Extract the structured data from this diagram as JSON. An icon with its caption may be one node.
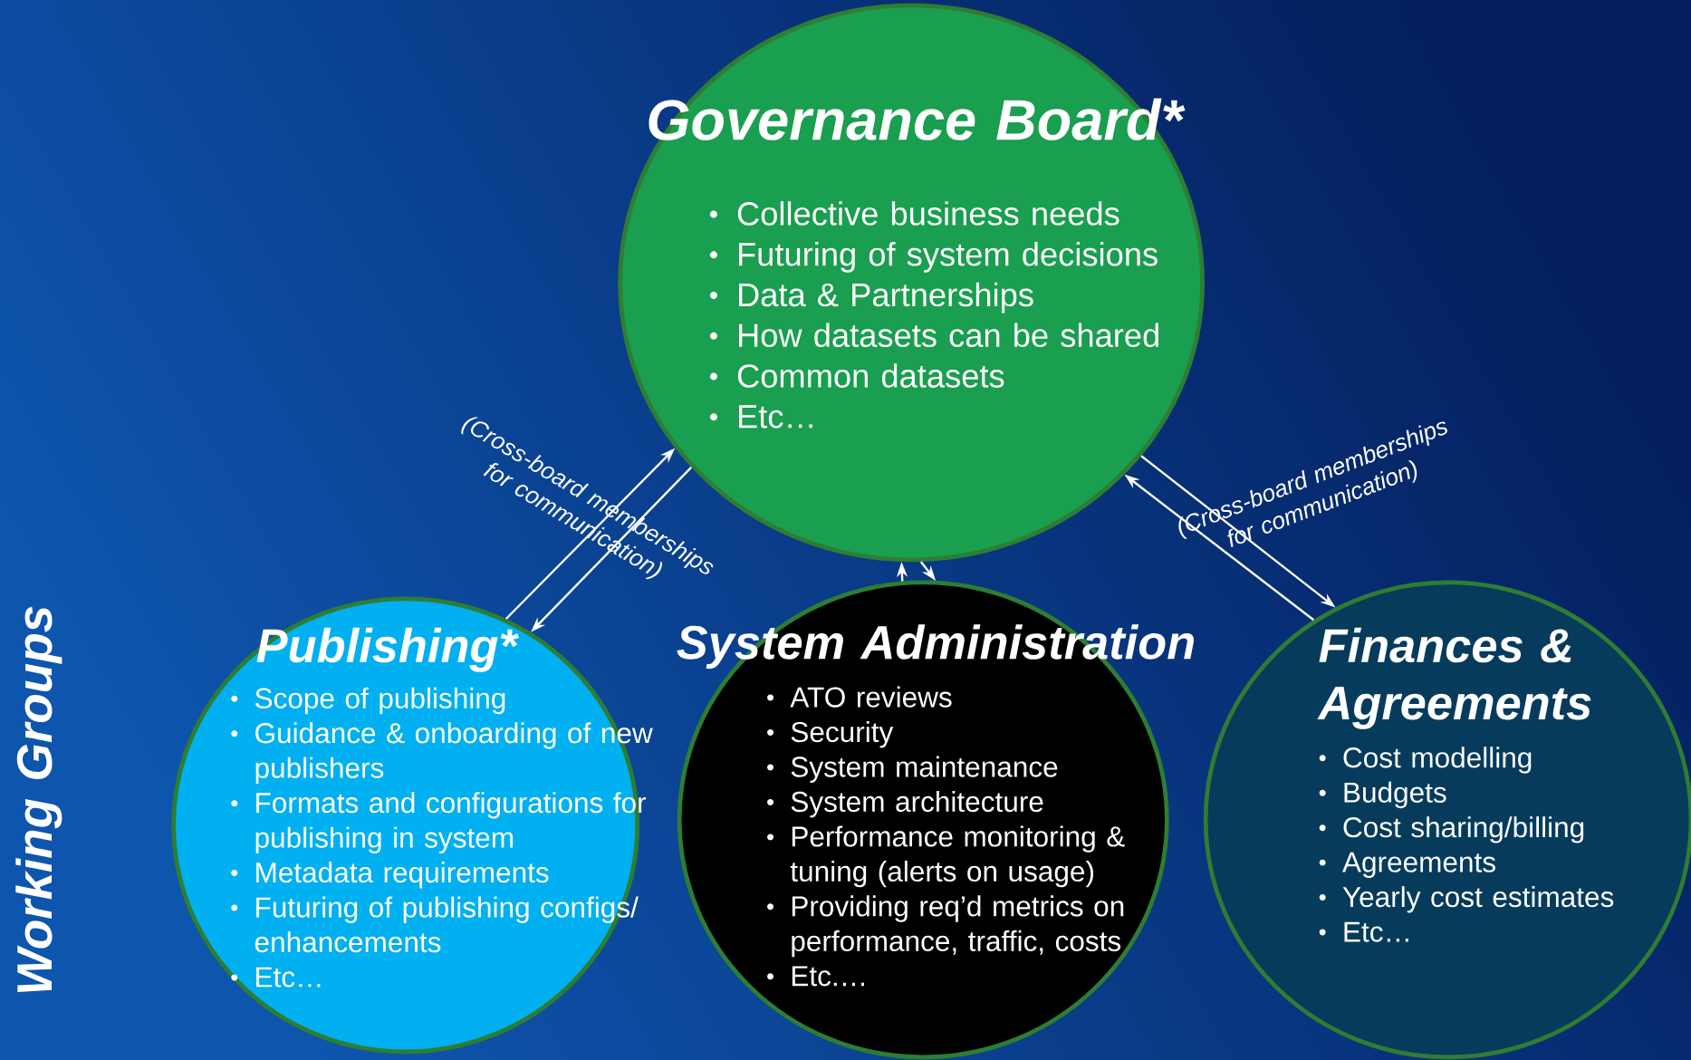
{
  "diagram": {
    "nodes": [
      {
        "text": [
          "Governance Board*",
          "Collective business needs",
          "Futuring of system decisions",
          "Data & Partnerships",
          "How datasets can be shared",
          "Common datasets",
          "Etc…"
        ]
      },
      {
        "text": [
          "Publishing*",
          "Scope of publishing",
          "Guidance & onboarding of new publishers",
          "Formats and configurations for publishing in system",
          "Metadata requirements",
          "Futuring of publishing configs/ enhancements",
          "Etc…"
        ]
      },
      {
        "text": [
          "System Administration",
          "ATO reviews",
          "Security",
          "System maintenance",
          "System architecture",
          "Performance monitoring & tuning (alerts on usage)",
          "Providing req’d metrics on performance, traffic, costs",
          "Etc.…"
        ]
      },
      {
        "text": [
          "Finances & Agreements",
          "Cost modelling",
          "Budgets",
          "Cost sharing/billing",
          "Agreements",
          "Yearly cost estimates",
          "Etc…"
        ]
      }
    ],
    "edges": [
      {
        "from": 1,
        "to": 0,
        "arrow": "to"
      },
      {
        "from": 0,
        "to": 1,
        "arrow": "to"
      },
      {
        "from": 2,
        "to": 0,
        "arrow": "to"
      },
      {
        "from": 0,
        "to": 2,
        "arrow": "to"
      },
      {
        "from": 3,
        "to": 0,
        "arrow": "to"
      },
      {
        "from": 0,
        "to": 3,
        "arrow": "to"
      }
    ],
    "labels": [
      "(Cross-board memberships for communication)",
      "(Cross-board memberships for communication)",
      "Working Groups"
    ]
  }
}
